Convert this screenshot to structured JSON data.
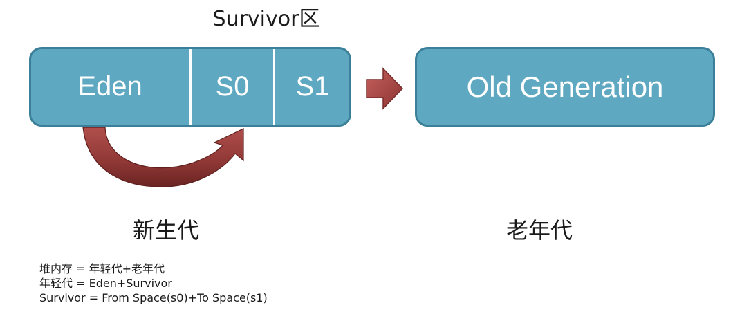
{
  "survivor_title": "Survivor区",
  "young_generation": {
    "eden": "Eden",
    "s0": "S0",
    "s1": "S1",
    "label": "新生代"
  },
  "old_generation": {
    "name": "Old Generation",
    "label": "老年代"
  },
  "notes": [
    "堆内存 = 年轻代+老年代",
    "年轻代 = Eden+Survivor",
    "Survivor = From Space(s0)+To Space(s1)"
  ],
  "colors": {
    "box_fill": "#5fa8c2",
    "box_border": "#3b7f98",
    "arrow_fill": "#a84a48",
    "arrow_dark": "#6e2624"
  }
}
